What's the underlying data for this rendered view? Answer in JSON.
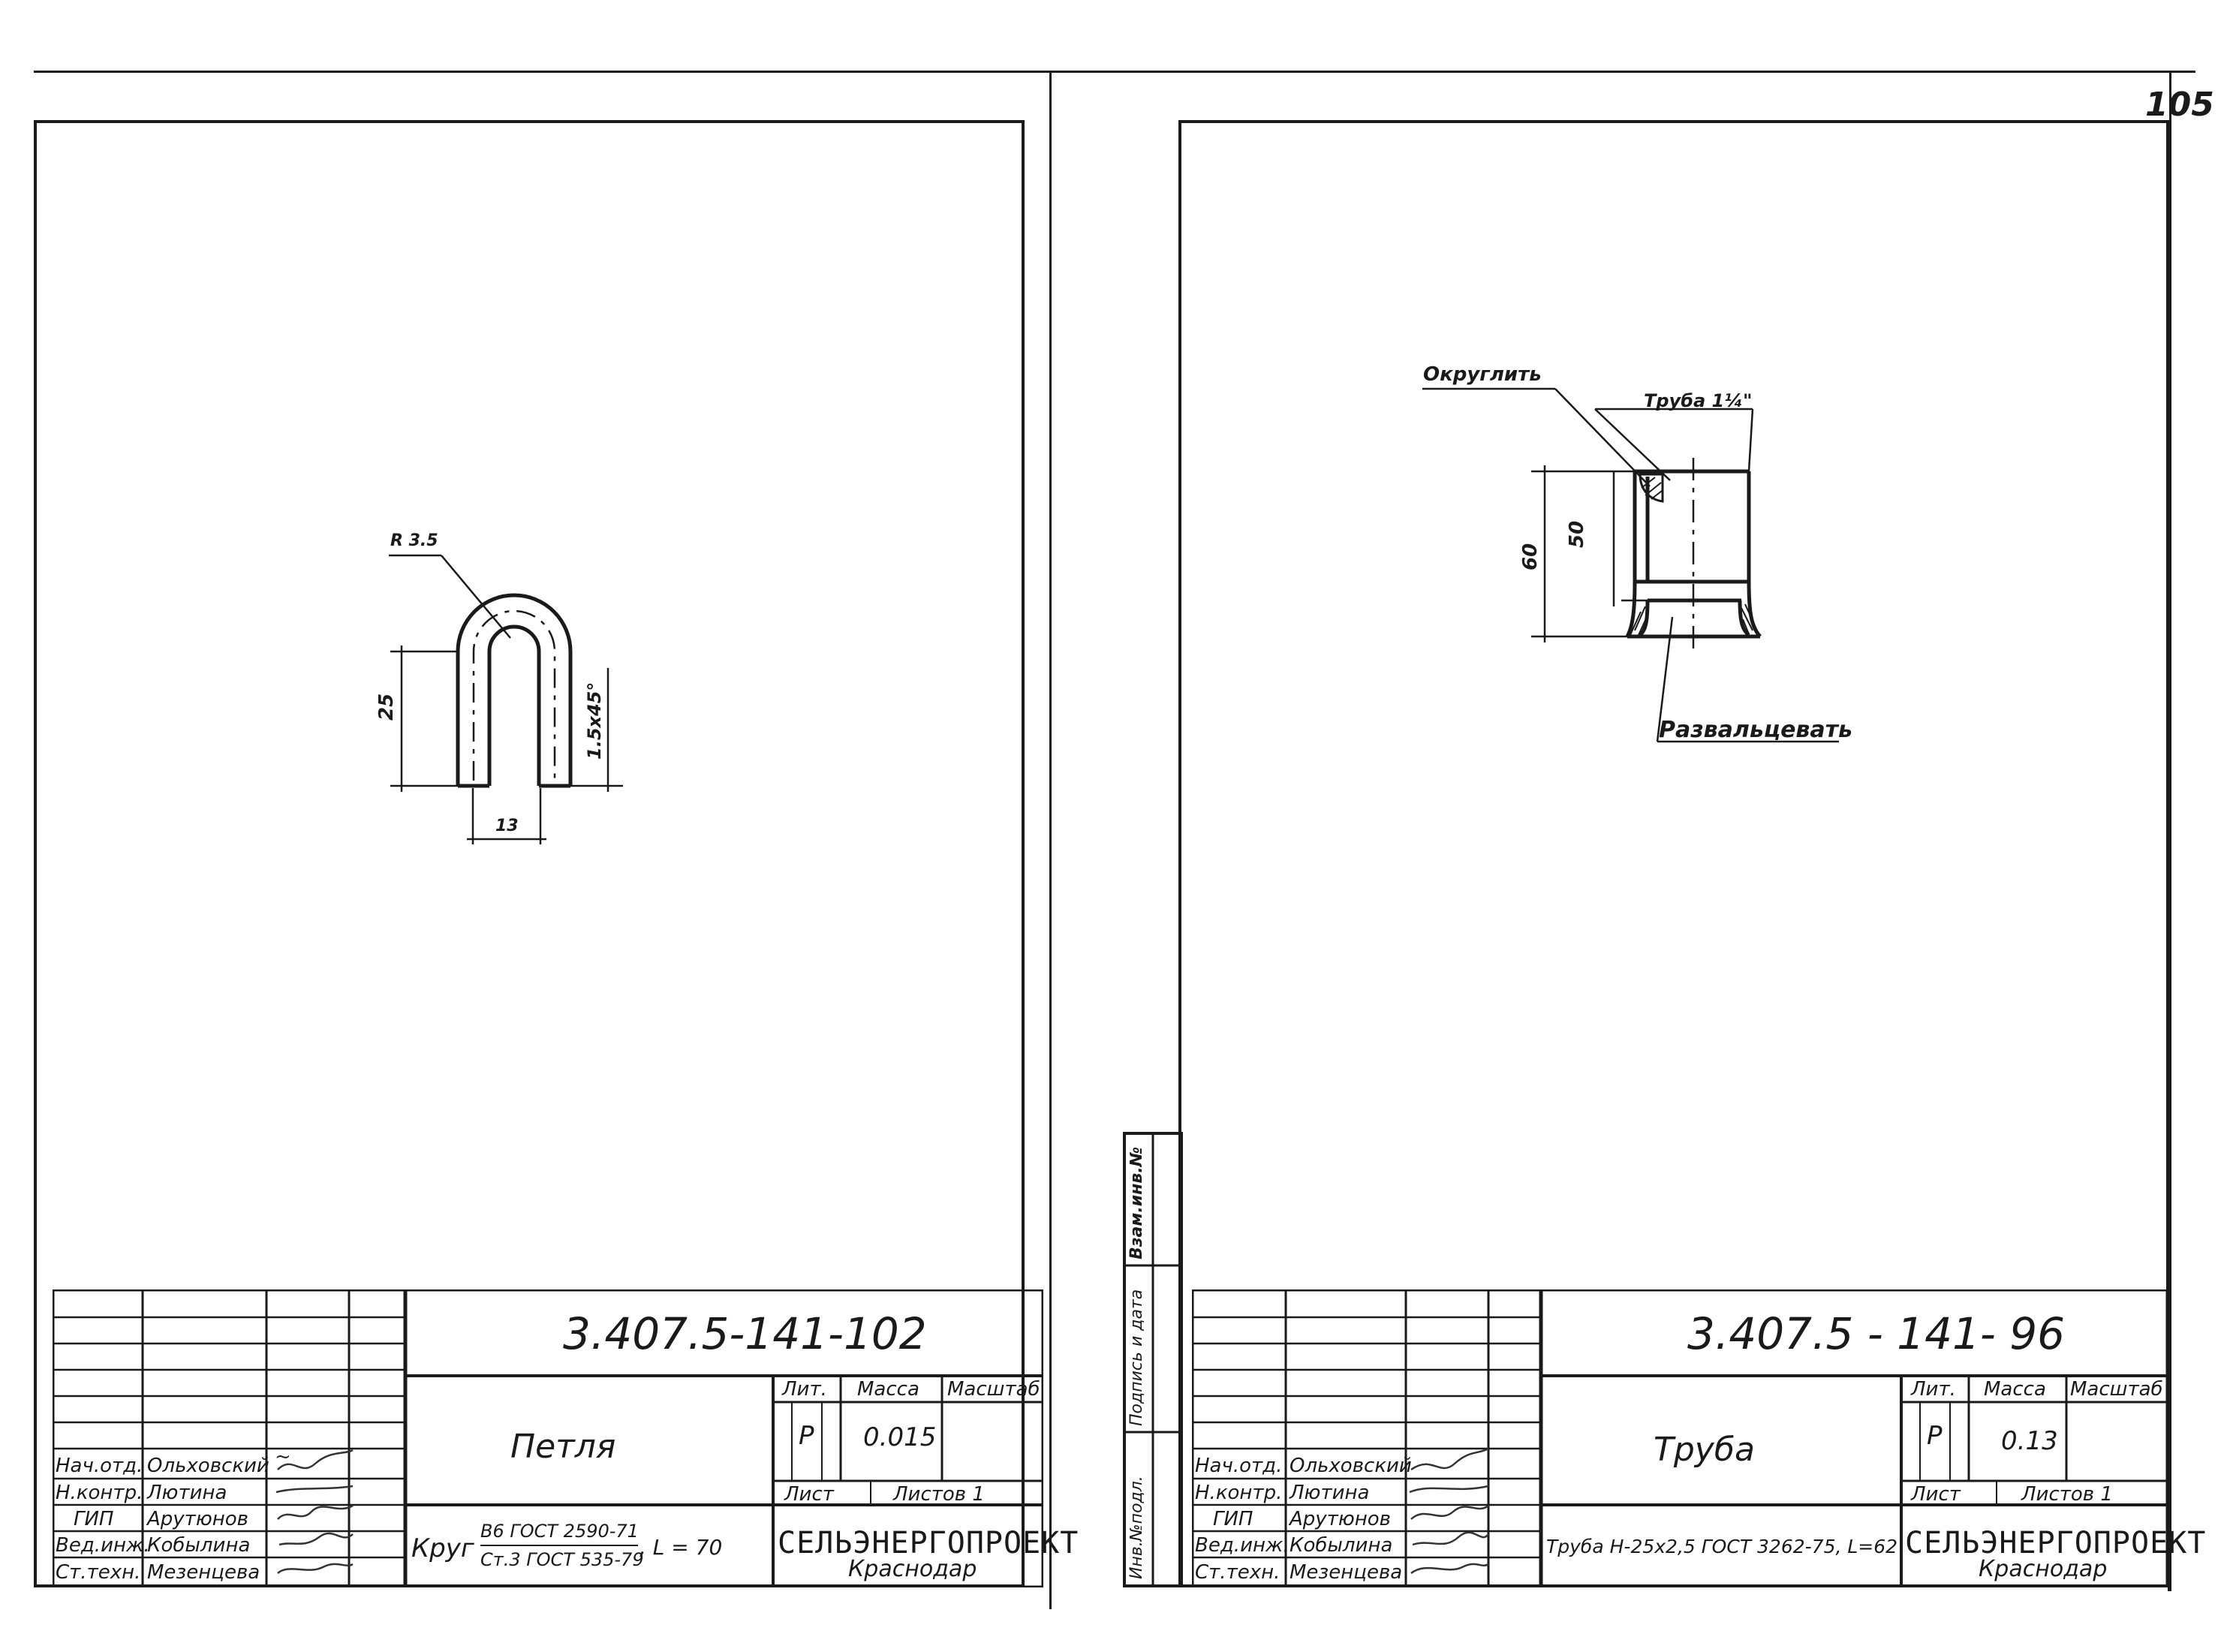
{
  "page_number": "105",
  "sheet_left": {
    "code": "3.407.5-141-102",
    "name": "Петля",
    "lit_header": "Лит.",
    "mass_header": "Масса",
    "scale_header": "Масштаб",
    "lit_value": "Р",
    "mass_value": "0.015",
    "sheet_label": "Лист",
    "sheets_label": "Листов 1",
    "material_prefix": "Круг",
    "material_top": "В6 ГОСТ 2590-71",
    "material_bottom": "Ст.3 ГОСТ 535-79",
    "material_suffix": ", L = 70",
    "org_name": "СЕЛЬЭНЕРГОПРОЕКТ",
    "org_city": "Краснодар",
    "dims": {
      "radius": "R 3.5",
      "height": "25",
      "width": "13",
      "chamfer": "1.5x45°"
    }
  },
  "sheet_right": {
    "code": "3.407.5 - 141- 96",
    "name": "Труба",
    "lit_header": "Лит.",
    "mass_header": "Масса",
    "scale_header": "Масштаб",
    "lit_value": "Р",
    "mass_value": "0.13",
    "sheet_label": "Лист",
    "sheets_label": "Листов 1",
    "material": "Труба Н-25х2,5 ГОСТ 3262-75, L=62",
    "org_name": "СЕЛЬЭНЕРГОПРОЕКТ",
    "org_city": "Краснодар",
    "dims": {
      "round": "Округлить",
      "pipe": "Труба 1¼\"",
      "h_outer": "60",
      "h_inner": "50",
      "flare": "Развальцевать"
    },
    "side_labels": {
      "a": "Инв.№подл.",
      "b": "Подпись и дата",
      "c": "Взам.инв.№"
    }
  },
  "staff": [
    {
      "role": "Нач.отд.",
      "name": "Ольховский"
    },
    {
      "role": "Н.контр.",
      "name": "Лютина"
    },
    {
      "role": "ГИП",
      "name": "Арутюнов"
    },
    {
      "role": "Вед.инж.",
      "name": "Кобылина"
    },
    {
      "role": "Ст.техн.",
      "name": "Мезенцева"
    }
  ]
}
